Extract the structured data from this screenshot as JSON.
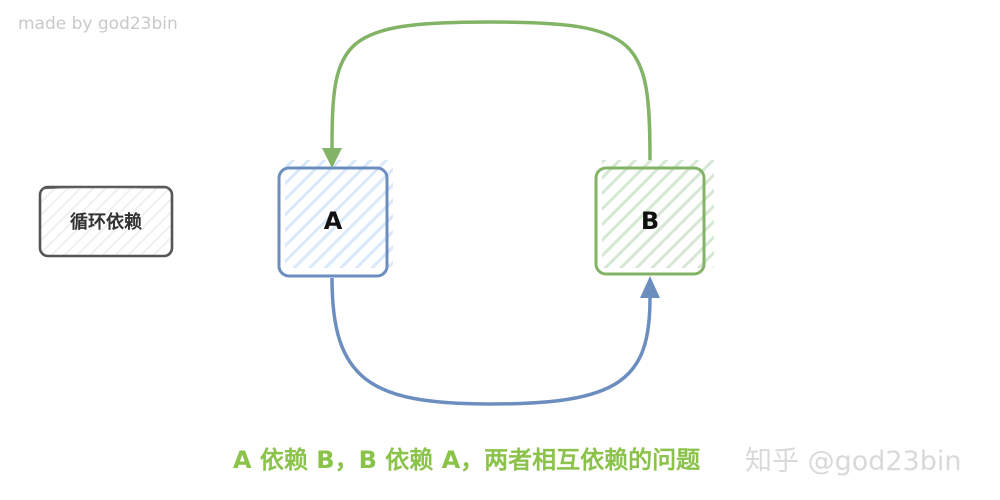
{
  "watermark": {
    "author_tag": "made by god23bin",
    "platform_tag": "知乎 @god23bin"
  },
  "legend": {
    "label": "循环依赖"
  },
  "nodes": {
    "a": {
      "label": "A",
      "stroke": "#6c8ebf",
      "fill": "#dae8fc"
    },
    "b": {
      "label": "B",
      "stroke": "#82b366",
      "fill": "#d5e8d4"
    }
  },
  "edges": {
    "a_to_b": {
      "from": "A",
      "to": "B",
      "color": "#6c8ebf"
    },
    "b_to_a": {
      "from": "B",
      "to": "A",
      "color": "#82b366"
    }
  },
  "caption": {
    "text": "A 依赖 B，B 依赖 A，两者相互依赖的问题",
    "color": "#8bc34a"
  }
}
